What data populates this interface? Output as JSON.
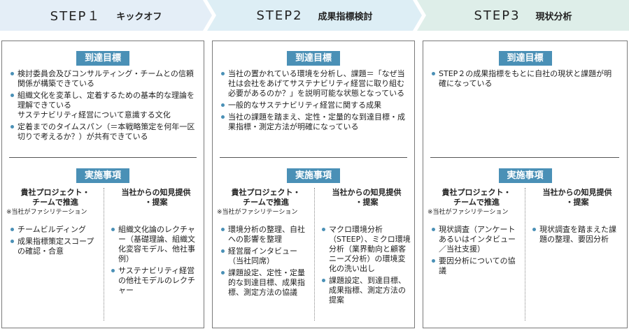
{
  "steps": [
    {
      "num": "STEP１",
      "name": "キックオフ"
    },
    {
      "num": "STEP2",
      "name": "成果指標検討"
    },
    {
      "num": "STEP3",
      "name": "現状分析"
    }
  ],
  "colors": {
    "step1": "#e4eef7",
    "step2": "#ddeef5",
    "step3": "#deeee9",
    "accent": "#4a90b6"
  },
  "labels": {
    "goal": "到達目標",
    "action": "実施事項"
  },
  "columns": [
    {
      "goals": [
        "検討委員会及びコンサルティング・チームとの信頼関係が構築できている",
        "組織文化を変革し、定着するための基本的な理論を理解できている\nサステナビリティ経営について意識する文化",
        "定着までのタイムスパン（＝本戦略策定を何年一区切りで考えるか？）が共有できている"
      ],
      "left": {
        "heading": "貴社プロジェクト・\nチームで推進",
        "note": "※当社がファシリテーション",
        "items": [
          "チームビルディング",
          "成果指標策定スコープの確認・合意"
        ]
      },
      "right": {
        "heading": "当社からの知見提供\n・提案",
        "items": [
          "組織文化論のレクチャー（基礎理論、組織文化変容モデル、他社事例）",
          "サステナビリティ経営の他社モデルのレクチャー"
        ]
      }
    },
    {
      "goals": [
        "当社の置かれている環境を分析し、課題＝「なぜ当社は会社をあげてサステナビリティ経営に取り組む必要があるのか？」を説明可能な状態となっている",
        "一般的なサステナビリティ経営に関する成果",
        "当社の課題を踏まえ、定性・定量的な到達目標・成果指標・測定方法が明確になっている"
      ],
      "left": {
        "heading": "貴社プロジェクト・\nチームで推進",
        "note": "※当社がファシリテーション",
        "items": [
          "環境分析の整理、自社への影響を整理",
          "経営層インタビュー（当社同席）",
          "課題設定、定性・定量的な到達目標、成果指標、測定方法の協議"
        ]
      },
      "right": {
        "heading": "当社からの知見提供\n・提案",
        "items": [
          "マクロ環境分析（STEEP）、ミクロ環境分析（業界動向と顧客ニーズ分析）の環境変化の洗い出し",
          "課題設定、到達目標、成果指標、測定方法の提案"
        ]
      }
    },
    {
      "goals": [
        "STEP２の成果指標をもとに自社の現状と課題が明確になっている"
      ],
      "left": {
        "heading": "貴社プロジェクト・\nチームで推進",
        "note": "※当社がファシリテーション",
        "items": [
          "現状調査（アンケートあるいはインタビュー／当社支援）",
          "要因分析についての協議"
        ]
      },
      "right": {
        "heading": "当社からの知見提供\n・提案",
        "items": [
          "現状調査を踏まえた課題の整理、要因分析"
        ]
      }
    }
  ]
}
